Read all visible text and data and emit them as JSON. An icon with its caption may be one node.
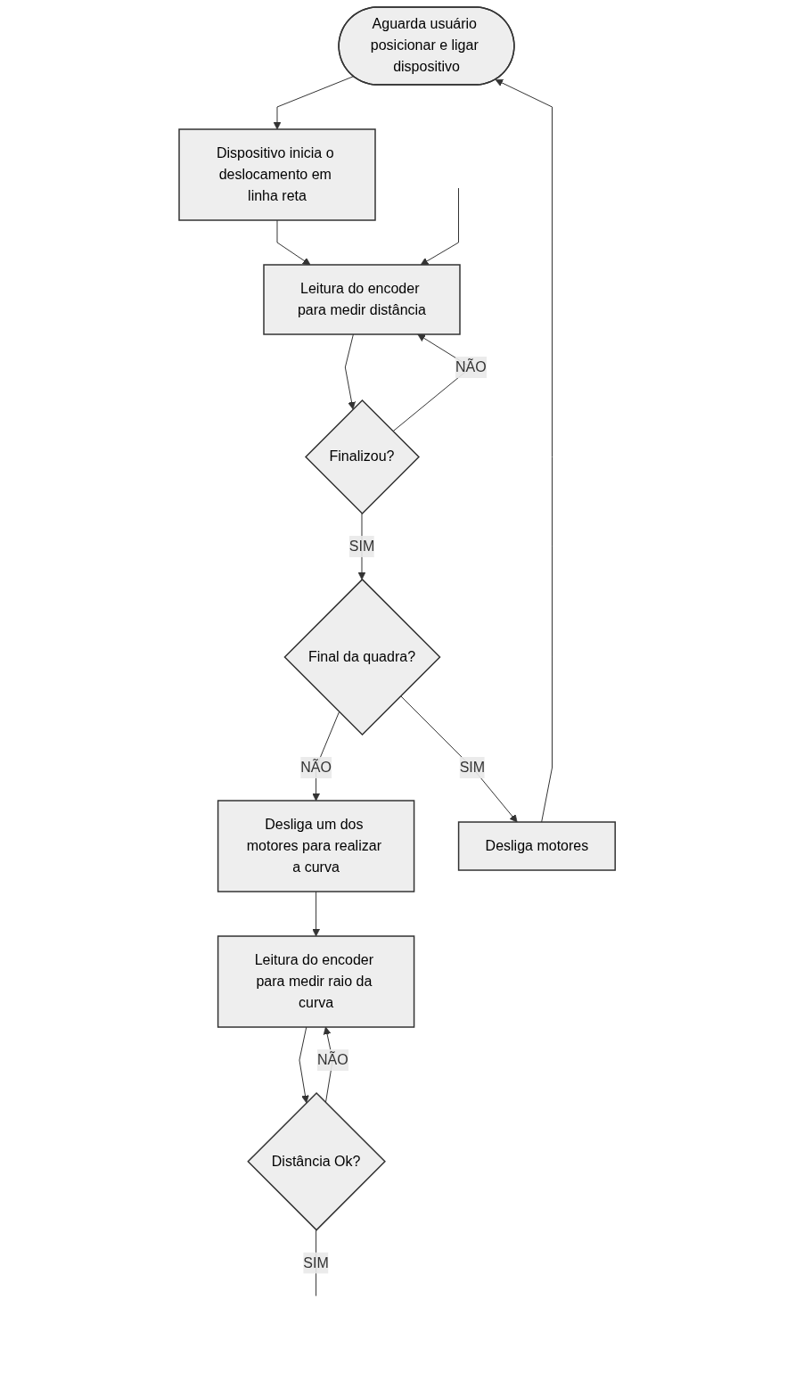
{
  "diagram": {
    "nodes": [
      {
        "text": [
          "Aguarda usuário posicionar e ligar dispositivo"
        ]
      },
      {
        "text": [
          "Dispositivo inicia o deslocamento em linha reta"
        ]
      },
      {
        "text": [
          "Leitura do encoder para medir distância"
        ]
      },
      {
        "text": [
          "Finalizou?"
        ]
      },
      {
        "text": [
          "Final da quadra?"
        ]
      },
      {
        "text": [
          "Desliga um dos motores para realizar a curva"
        ]
      },
      {
        "text": [
          "Desliga motores"
        ]
      },
      {
        "text": [
          "Leitura do encoder para medir raio da curva"
        ]
      },
      {
        "text": [
          "Distância Ok?"
        ]
      }
    ],
    "edges": [
      {
        "from": 0,
        "to": 1,
        "arrow": "to"
      },
      {
        "from": 1,
        "to": 2,
        "arrow": "to"
      },
      {
        "from": 2,
        "to": 3,
        "arrow": "to"
      },
      {
        "from": 3,
        "to": 2,
        "arrow": "to",
        "label": "NÃO"
      },
      {
        "from": 3,
        "to": 4,
        "arrow": "to",
        "label": "SIM"
      },
      {
        "from": 4,
        "to": 5,
        "arrow": "to",
        "label": "NÃO"
      },
      {
        "from": 4,
        "to": 6,
        "arrow": "to",
        "label": "SIM"
      },
      {
        "from": 6,
        "to": 0,
        "arrow": "to"
      },
      {
        "from": 5,
        "to": 7,
        "arrow": "to"
      },
      {
        "from": 7,
        "to": 8,
        "arrow": "to"
      },
      {
        "from": 8,
        "to": 7,
        "arrow": "to",
        "label": "NÃO"
      },
      {
        "from": 8,
        "to": null,
        "arrow": "none",
        "label": "SIM"
      },
      {
        "from": null,
        "to": 2,
        "arrow": "to"
      }
    ]
  }
}
